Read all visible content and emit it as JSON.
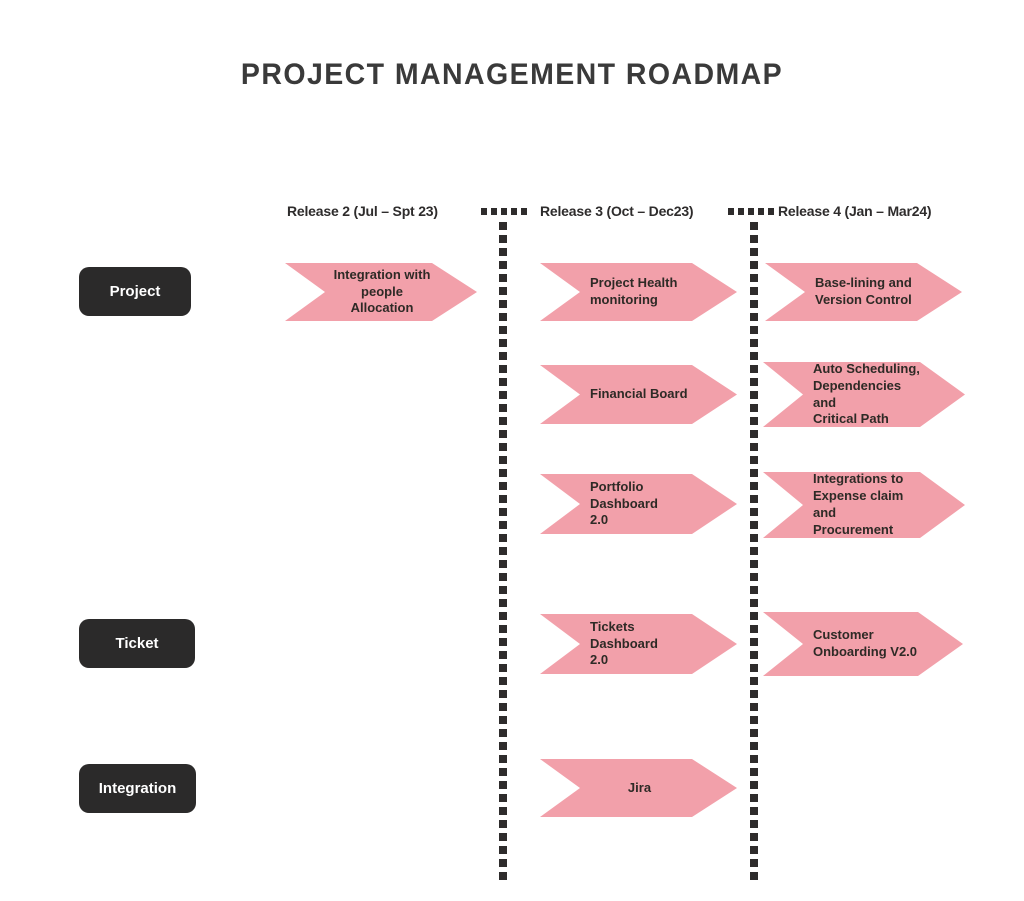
{
  "title": "PROJECT MANAGEMENT ROADMAP",
  "columns": [
    {
      "id": "release-2",
      "label": "Release 2 (Jul – Spt 23)"
    },
    {
      "id": "release-3",
      "label": "Release 3 (Oct – Dec23)"
    },
    {
      "id": "release-4",
      "label": "Release 4 (Jan – Mar24)"
    }
  ],
  "rows": [
    {
      "id": "project",
      "label": "Project"
    },
    {
      "id": "ticket",
      "label": "Ticket"
    },
    {
      "id": "integration",
      "label": "Integration"
    }
  ],
  "milestones": [
    {
      "row": "Project",
      "column": "Release 2",
      "text": "Integration with\npeople Allocation"
    },
    {
      "row": "Project",
      "column": "Release 3",
      "text": "Project Health\nmonitoring"
    },
    {
      "row": "Project",
      "column": "Release 4",
      "text": "Base-lining and\nVersion Control"
    },
    {
      "row": "Project",
      "column": "Release 3",
      "text": "Financial Board"
    },
    {
      "row": "Project",
      "column": "Release 4",
      "text": "Auto Scheduling,\nDependencies and\nCritical Path"
    },
    {
      "row": "Project",
      "column": "Release 3",
      "text": "Portfolio Dashboard\n2.0"
    },
    {
      "row": "Project",
      "column": "Release 4",
      "text": "Integrations to\nExpense claim and\nProcurement"
    },
    {
      "row": "Ticket",
      "column": "Release 3",
      "text": "Tickets Dashboard\n2.0"
    },
    {
      "row": "Ticket",
      "column": "Release 4",
      "text": "Customer\nOnboarding V2.0"
    },
    {
      "row": "Integration",
      "column": "Release 3",
      "text": "Jira"
    }
  ],
  "colors": {
    "arrow_pink": "#F2A0AA",
    "dark": "#2B2A2A",
    "title_text": "#3A3A3A",
    "arrow_text": "#2E2A26",
    "label_text": "#FFFFFF"
  }
}
